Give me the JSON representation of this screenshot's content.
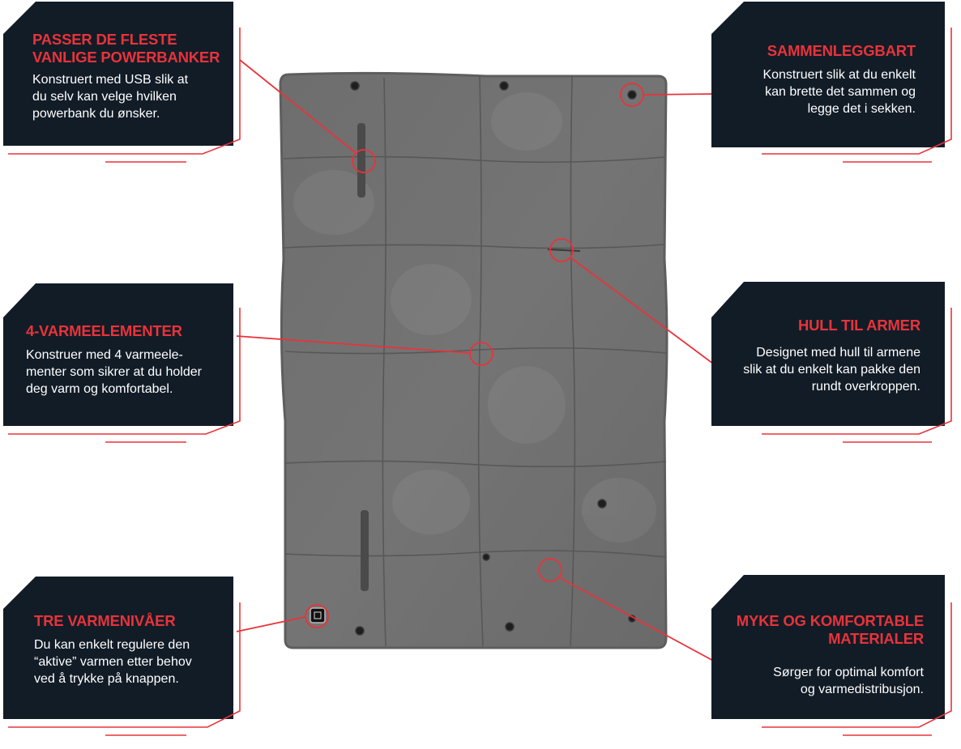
{
  "colors": {
    "card_background": "#121c27",
    "accent_red": "#e8333a",
    "blanket_grey": "#707070",
    "page_background": "#ffffff"
  },
  "features": {
    "powerbank": {
      "title": "PASSER DE FLESTE\nVANLIGE POWERBANKER",
      "body": "Konstruert med USB slik at\ndu selv kan velge hvilken\npowerbank du ønsker."
    },
    "heating": {
      "title": "4-VARMEELEMENTER",
      "body": "Konstruer med 4 varmeele-\nmenter som sikrer at du holder\ndeg varm og komfortabel."
    },
    "levels": {
      "title": "TRE VARMENIVÅER",
      "body": "Du kan enkelt regulere den\n“aktive” varmen etter behov\nved å trykke på knappen."
    },
    "foldable": {
      "title": "SAMMENLEGGBART",
      "body": "Konstruert slik at du enkelt\nkan brette det sammen og\nlegge det i sekken."
    },
    "arm_holes": {
      "title": "HULL TIL ARMER",
      "body": "Designet med hull til armene\nslik at du enkelt kan pakke den\nrundt overkroppen."
    },
    "materials": {
      "title": "MYKE OG KOMFORTABLE\nMATERIALER",
      "body": "Sørger for optimal komfort\nog varmedistribusjon."
    }
  },
  "icons": {
    "snap_buttons": "snap-button-icon",
    "power_button": "power-button-icon",
    "zip_pocket": "zipper-pocket-icon"
  }
}
